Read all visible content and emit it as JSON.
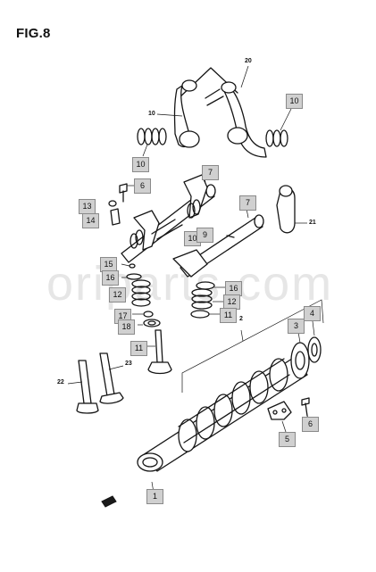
{
  "figure": {
    "title": "FIG.8",
    "watermark": "oriparts.com"
  },
  "callouts": {
    "c1": "1",
    "c2": "2",
    "c3": "3",
    "c4": "4",
    "c5": "5",
    "c6a": "6",
    "c6b": "6",
    "c7a": "7",
    "c7b": "7",
    "c9": "9",
    "c10a": "10",
    "c10b": "10",
    "c10c": "10",
    "c10d": "10",
    "c11a": "11",
    "c11b": "11",
    "c12a": "12",
    "c12b": "12",
    "c13": "13",
    "c14": "14",
    "c15": "15",
    "c16a": "16",
    "c16b": "16",
    "c17": "17",
    "c18": "18",
    "c20": "20",
    "c21": "21",
    "c22": "22",
    "c23": "23"
  }
}
